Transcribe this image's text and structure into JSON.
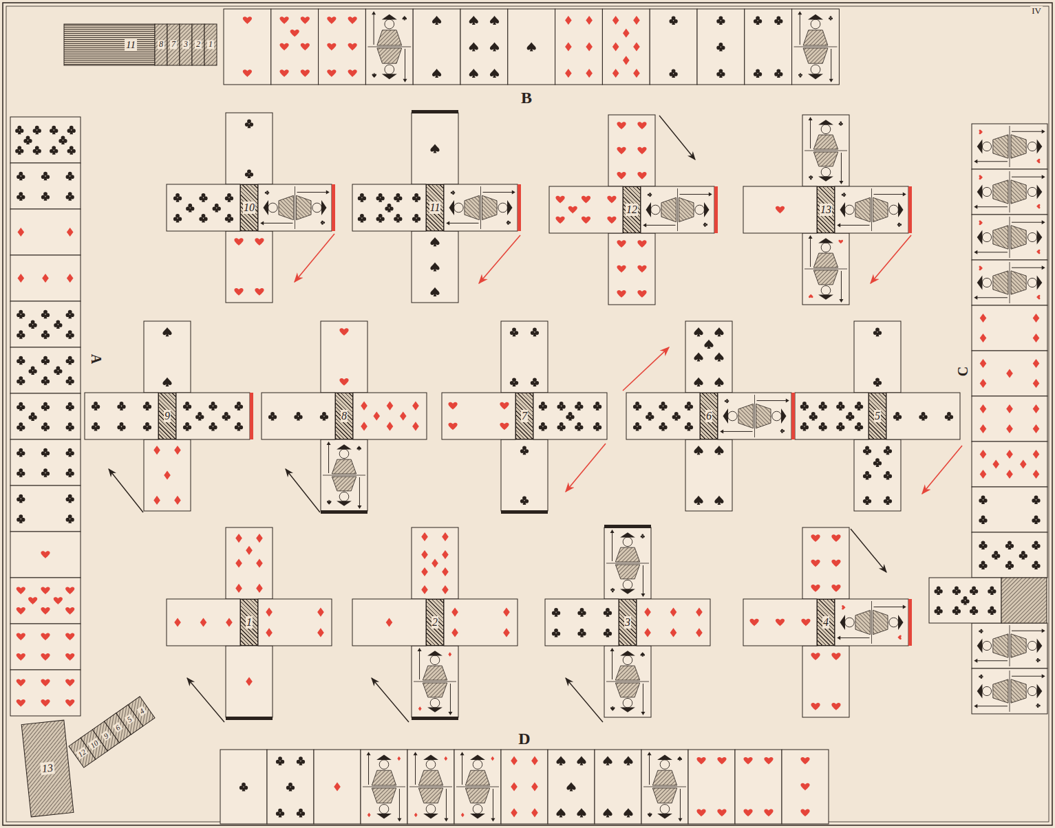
{
  "diagram": {
    "nodes": [
      {
        "text": [
          "10"
        ]
      },
      {
        "text": [
          "11"
        ]
      },
      {
        "text": [
          "12"
        ]
      },
      {
        "text": [
          "13"
        ]
      },
      {
        "text": [
          "9"
        ]
      },
      {
        "text": [
          "8"
        ]
      },
      {
        "text": [
          "7"
        ]
      },
      {
        "text": [
          "6"
        ]
      },
      {
        "text": [
          "5"
        ]
      },
      {
        "text": [
          "1"
        ]
      },
      {
        "text": [
          "2"
        ]
      },
      {
        "text": [
          "3"
        ]
      },
      {
        "text": [
          "4"
        ]
      }
    ],
    "labels": [
      "IV",
      "11",
      "8",
      "7",
      "3",
      "2",
      "1",
      "B",
      "A",
      "C",
      "13",
      "12",
      "10",
      "9",
      "6",
      "5",
      "4",
      "D"
    ]
  }
}
